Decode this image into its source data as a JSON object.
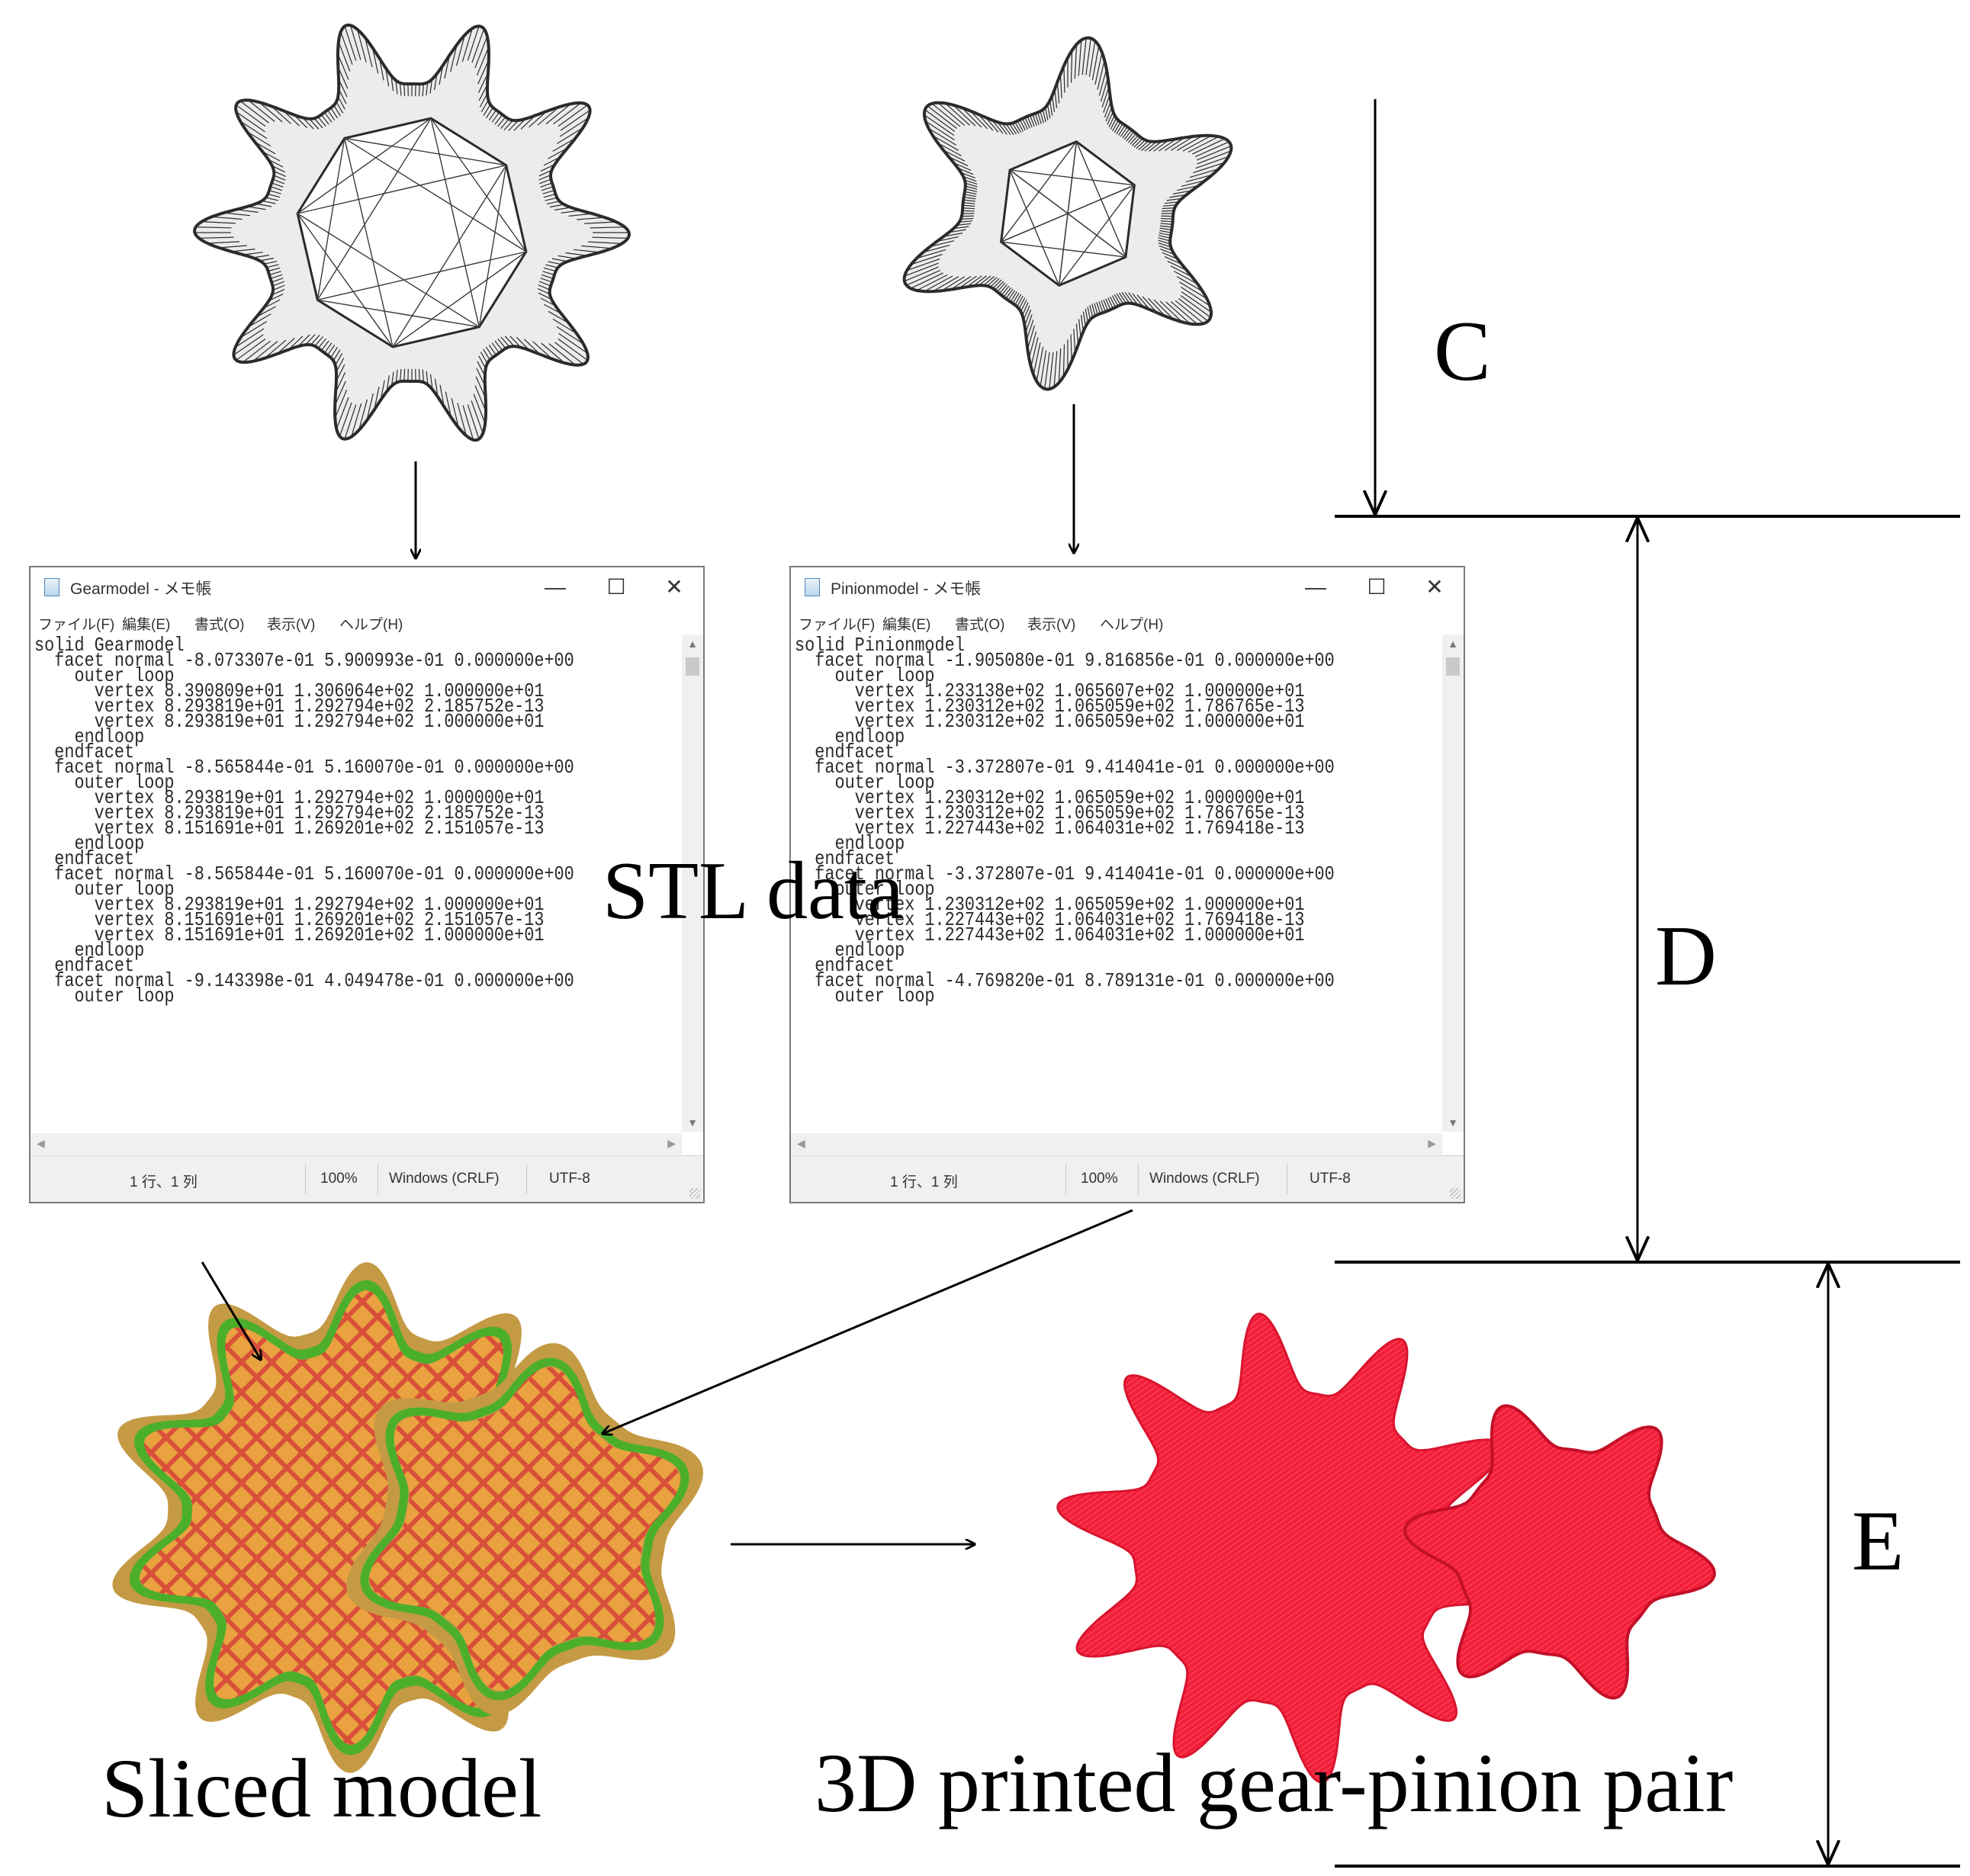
{
  "labels": {
    "stl_data": "STL data",
    "sliced_model": "Sliced model",
    "printed_pair": "3D printed gear-pinion pair",
    "stage_c": "C",
    "stage_d": "D",
    "stage_e": "E"
  },
  "colors": {
    "wireframe": "#2b2b2b",
    "sliced_outer": "#c49a45",
    "sliced_fill": "#e9a23f",
    "sliced_hatch": "#d9503a",
    "sliced_edge": "#4caf2c",
    "printed_red": "#f21f3a"
  },
  "gear_model": {
    "teeth": 10,
    "window": {
      "title": "Gearmodel - メモ帳",
      "menu": [
        "ファイル(F)",
        "編集(E)",
        "書式(O)",
        "表示(V)",
        "ヘルプ(H)"
      ],
      "lines": [
        "solid Gearmodel",
        "  facet normal -8.073307e-01 5.900993e-01 0.000000e+00",
        "    outer loop",
        "      vertex 8.390809e+01 1.306064e+02 1.000000e+01",
        "      vertex 8.293819e+01 1.292794e+02 2.185752e-13",
        "      vertex 8.293819e+01 1.292794e+02 1.000000e+01",
        "    endloop",
        "  endfacet",
        "  facet normal -8.565844e-01 5.160070e-01 0.000000e+00",
        "    outer loop",
        "      vertex 8.293819e+01 1.292794e+02 1.000000e+01",
        "      vertex 8.293819e+01 1.292794e+02 2.185752e-13",
        "      vertex 8.151691e+01 1.269201e+02 2.151057e-13",
        "    endloop",
        "  endfacet",
        "  facet normal -8.565844e-01 5.160070e-01 0.000000e+00",
        "    outer loop",
        "      vertex 8.293819e+01 1.292794e+02 1.000000e+01",
        "      vertex 8.151691e+01 1.269201e+02 2.151057e-13",
        "      vertex 8.151691e+01 1.269201e+02 1.000000e+01",
        "    endloop",
        "  endfacet",
        "  facet normal -9.143398e-01 4.049478e-01 0.000000e+00",
        "    outer loop"
      ],
      "status": {
        "position": "1 行、1 列",
        "zoom": "100%",
        "line_ending": "Windows (CRLF)",
        "encoding": "UTF-8"
      }
    }
  },
  "pinion_model": {
    "teeth": 6,
    "window": {
      "title": "Pinionmodel - メモ帳",
      "menu": [
        "ファイル(F)",
        "編集(E)",
        "書式(O)",
        "表示(V)",
        "ヘルプ(H)"
      ],
      "lines": [
        "solid Pinionmodel",
        "  facet normal -1.905080e-01 9.816856e-01 0.000000e+00",
        "    outer loop",
        "      vertex 1.233138e+02 1.065607e+02 1.000000e+01",
        "      vertex 1.230312e+02 1.065059e+02 1.786765e-13",
        "      vertex 1.230312e+02 1.065059e+02 1.000000e+01",
        "    endloop",
        "  endfacet",
        "  facet normal -3.372807e-01 9.414041e-01 0.000000e+00",
        "    outer loop",
        "      vertex 1.230312e+02 1.065059e+02 1.000000e+01",
        "      vertex 1.230312e+02 1.065059e+02 1.786765e-13",
        "      vertex 1.227443e+02 1.064031e+02 1.769418e-13",
        "    endloop",
        "  endfacet",
        "  facet normal -3.372807e-01 9.414041e-01 0.000000e+00",
        "    outer loop",
        "      vertex 1.230312e+02 1.065059e+02 1.000000e+01",
        "      vertex 1.227443e+02 1.064031e+02 1.769418e-13",
        "      vertex 1.227443e+02 1.064031e+02 1.000000e+01",
        "    endloop",
        "  endfacet",
        "  facet normal -4.769820e-01 8.789131e-01 0.000000e+00",
        "    outer loop"
      ],
      "status": {
        "position": "1 行、1 列",
        "zoom": "100%",
        "line_ending": "Windows (CRLF)",
        "encoding": "UTF-8"
      }
    }
  }
}
